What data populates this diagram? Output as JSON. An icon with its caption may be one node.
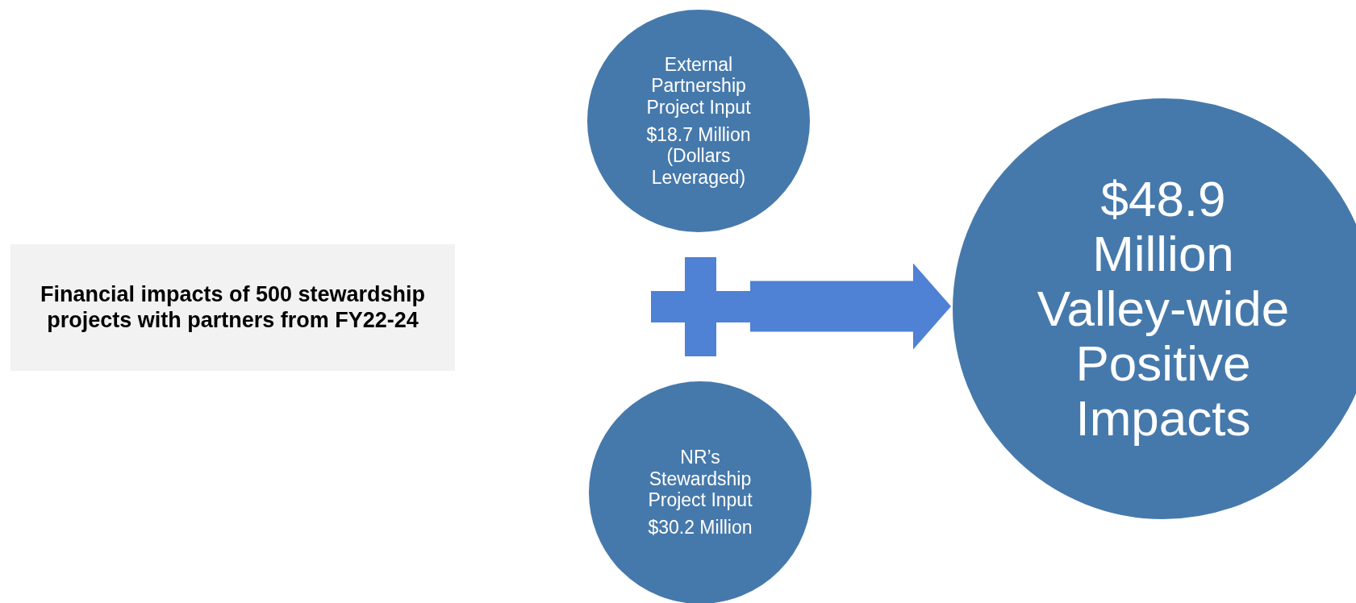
{
  "diagram": {
    "nodes": [
      {
        "text": [
          "Financial impacts of 500 stewardship projects with partners from FY22-24"
        ]
      },
      {
        "text": [
          "External Partnership Project Input",
          "$18.7 Million (Dollars Leveraged)"
        ]
      },
      {
        "text": [
          "NR’s Stewardship Project Input",
          "$30.2 Million"
        ]
      },
      {
        "text": [
          "$48.9 Million Valley-wide Positive Impacts"
        ]
      },
      {
        "text": [],
        "shape": "plus"
      }
    ],
    "edges": [
      {
        "from": 4,
        "to": 3,
        "arrow": "to"
      }
    ]
  }
}
